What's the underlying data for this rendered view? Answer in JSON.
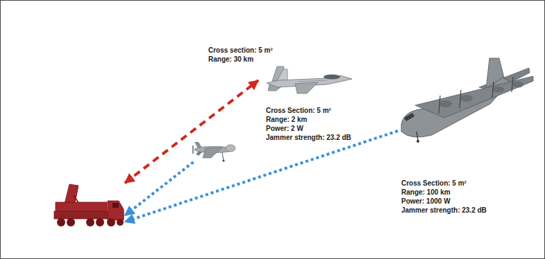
{
  "diagram": {
    "nodes": [
      {
        "text": [
          "Cross section: 5 m²",
          "Range: 30 km"
        ]
      },
      {
        "text": [
          "Cross Section: 5 m²",
          "Range: 2 km",
          "Power: 2 W",
          "Jammer strength: 23.2 dB"
        ]
      },
      {
        "text": [
          "Cross Section: 5 m²",
          "Range: 100 km",
          "Power: 1000 W",
          "Jammer strength: 23.2 dB"
        ]
      },
      {
        "text": []
      }
    ],
    "edges": [
      {
        "from": 3,
        "to": 0,
        "arrow": "both"
      },
      {
        "from": 1,
        "to": 3,
        "arrow": "to"
      },
      {
        "from": 2,
        "to": 3,
        "arrow": "to"
      }
    ]
  }
}
